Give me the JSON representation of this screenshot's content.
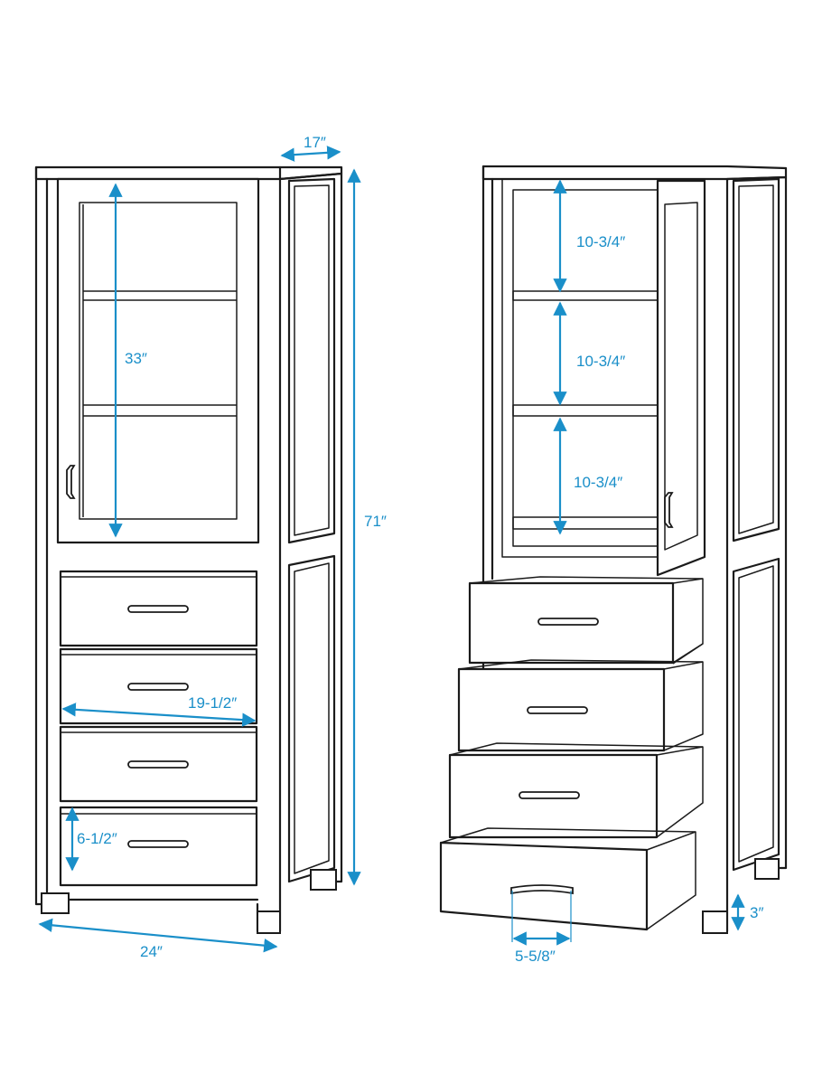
{
  "dimensions": {
    "depth": "17″",
    "height": "71″",
    "door_height": "33″",
    "drawer_width": "19-1/2″",
    "drawer_height": "6-1/2″",
    "width": "24″",
    "shelf_1": "10-3/4″",
    "shelf_2": "10-3/4″",
    "shelf_3": "10-3/4″",
    "leg_height": "3″",
    "handle_spacing": "5-5/8″"
  },
  "colors": {
    "dimension": "#1a8fc9",
    "outline": "#1b1b1b"
  }
}
